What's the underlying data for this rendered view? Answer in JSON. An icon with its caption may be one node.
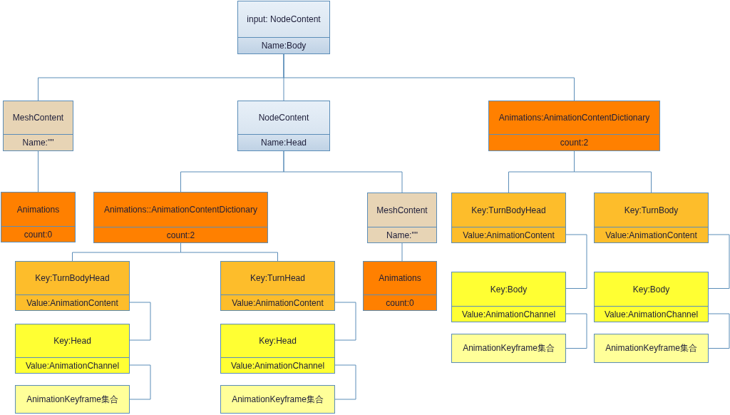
{
  "diagram": {
    "nodes": [
      {
        "text": [
          "input: NodeContent",
          "Name:Body"
        ]
      },
      {
        "text": [
          "MeshContent",
          "Name:\"\""
        ]
      },
      {
        "text": [
          "NodeContent",
          "Name:Head"
        ]
      },
      {
        "text": [
          "Animations:AnimationContentDictionary",
          "count:2"
        ]
      },
      {
        "text": [
          "Animations",
          "count:0"
        ]
      },
      {
        "text": [
          "Animations::AnimationContentDictionary",
          "count:2"
        ]
      },
      {
        "text": [
          "MeshContent",
          "Name:\"\""
        ]
      },
      {
        "text": [
          "Key:TurnBodyHead",
          "Value:AnimationContent"
        ]
      },
      {
        "text": [
          "Key:TurnBody",
          "Value:AnimationContent"
        ]
      },
      {
        "text": [
          "Key:TurnBodyHead",
          "Value:AnimationContent"
        ]
      },
      {
        "text": [
          "Key:TurnHead",
          "Value:AnimationContent"
        ]
      },
      {
        "text": [
          "Animations",
          "count:0"
        ]
      },
      {
        "text": [
          "Key:Body",
          "Value:AnimationChannel"
        ]
      },
      {
        "text": [
          "Key:Body",
          "Value:AnimationChannel"
        ]
      },
      {
        "text": [
          "Key:Head",
          "Value:AnimationChannel"
        ]
      },
      {
        "text": [
          "Key:Head",
          "Value:AnimationChannel"
        ]
      },
      {
        "text": [
          "AnimationKeyframe集合"
        ]
      },
      {
        "text": [
          "AnimationKeyframe集合"
        ]
      },
      {
        "text": [
          "AnimationKeyframe集合"
        ]
      },
      {
        "text": [
          "AnimationKeyframe集合"
        ]
      }
    ],
    "edges": [
      {
        "from": 0,
        "to": 1,
        "arrow": "none"
      },
      {
        "from": 0,
        "to": 2,
        "arrow": "none"
      },
      {
        "from": 0,
        "to": 3,
        "arrow": "none"
      },
      {
        "from": 1,
        "to": 4,
        "arrow": "none"
      },
      {
        "from": 2,
        "to": 5,
        "arrow": "none"
      },
      {
        "from": 2,
        "to": 6,
        "arrow": "none"
      },
      {
        "from": 3,
        "to": 7,
        "arrow": "none"
      },
      {
        "from": 3,
        "to": 8,
        "arrow": "none"
      },
      {
        "from": 5,
        "to": 9,
        "arrow": "none"
      },
      {
        "from": 5,
        "to": 10,
        "arrow": "none"
      },
      {
        "from": 6,
        "to": 11,
        "arrow": "none"
      },
      {
        "from": 7,
        "to": 12,
        "arrow": "none"
      },
      {
        "from": 12,
        "to": 16,
        "arrow": "none"
      },
      {
        "from": 8,
        "to": 13,
        "arrow": "none"
      },
      {
        "from": 13,
        "to": 17,
        "arrow": "none"
      },
      {
        "from": 9,
        "to": 14,
        "arrow": "none"
      },
      {
        "from": 14,
        "to": 18,
        "arrow": "none"
      },
      {
        "from": 10,
        "to": 15,
        "arrow": "none"
      },
      {
        "from": 15,
        "to": 19,
        "arrow": "none"
      }
    ]
  }
}
